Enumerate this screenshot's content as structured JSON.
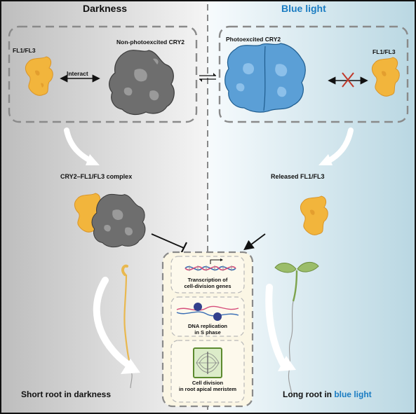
{
  "panels": {
    "left_title": "Darkness",
    "right_title": "Blue light"
  },
  "top_left": {
    "fl_label": "FL1/FL3",
    "cry2_label": "Non-photoexcited CRY2",
    "interact_label": "Interact"
  },
  "top_right": {
    "cry2_label": "Photoexcited CRY2",
    "fl_label": "FL1/FL3"
  },
  "middle": {
    "complex_label": "CRY2–FL1/FL3 complex",
    "released_label": "Released FL1/FL3"
  },
  "center": {
    "step1_line1": "Transcription of",
    "step1_line2": "cell-division genes",
    "step2_line1": "DNA replication",
    "step2_line2": "in S phase",
    "step3_line1": "Cell division",
    "step3_line2": "in root apical meristem"
  },
  "bottom": {
    "left": "Short root in darkness",
    "right_prefix": "Long root in ",
    "right_highlight": "blue light"
  },
  "colors": {
    "protein_fl": "#f2b53c",
    "cry2_dark": "#6e6e6e",
    "cry2_light": "#5b9fd6",
    "accent_blue": "#1a7cc2",
    "inhibit_x": "#c0392b"
  }
}
